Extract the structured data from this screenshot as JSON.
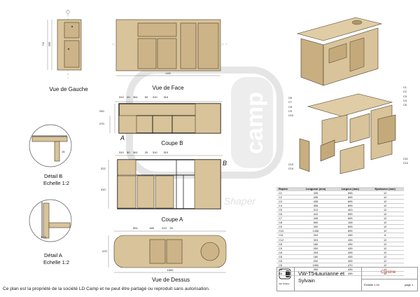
{
  "views": {
    "left": "Vue de Gauche",
    "front": "Vue de Face",
    "coupe_b": "Coupe B",
    "coupe_a": "Coupe A",
    "top": "Vue de Dessus",
    "detail_b_title": "Détail B",
    "detail_b_scale": "Echelle 1:2",
    "detail_a_title": "Détail A",
    "detail_a_scale": "Echelle 1:2",
    "section_a": "A",
    "section_b": "B"
  },
  "dimensions": {
    "left_height": "710",
    "left_inner": "655",
    "front_width": "1400",
    "coupe_b_parts": [
      "310",
      "20",
      "361",
      "50",
      "310",
      "310"
    ],
    "coupe_b_side": [
      "240",
      "270"
    ],
    "coupe_a_parts": [
      "310",
      "50",
      "361",
      "20",
      "310",
      "310"
    ],
    "coupe_a_side": [
      "222",
      "410"
    ],
    "top_parts": [
      "551",
      "460",
      "210",
      "25"
    ],
    "top_side": "470",
    "top_width": "1500",
    "detail_b": "15",
    "detail_a": "17.5"
  },
  "watermark": {
    "brand": "camp",
    "signature": "Shaper"
  },
  "parts_table": {
    "headers": [
      "Repère",
      "Longueur (mm)",
      "Largeur (mm)",
      "Epaisseur (mm)"
    ],
    "rows": [
      [
        "C1",
        "435",
        "695",
        "12"
      ],
      [
        "C2",
        "435",
        "695",
        "12"
      ],
      [
        "C3",
        "435",
        "695",
        "12"
      ],
      [
        "C4",
        "356",
        "695",
        "12"
      ],
      [
        "C5",
        "212",
        "403",
        "12"
      ],
      [
        "C6",
        "410",
        "695",
        "12"
      ],
      [
        "C7",
        "435",
        "695",
        "12"
      ],
      [
        "C8",
        "590",
        "108",
        "12"
      ],
      [
        "C9",
        "200",
        "695",
        "12"
      ],
      [
        "C10",
        "1436",
        "695",
        "12"
      ],
      [
        "C11",
        "204",
        "435",
        "6"
      ],
      [
        "C12",
        "324",
        "435",
        "12"
      ],
      [
        "C8",
        "180",
        "435",
        "12"
      ],
      [
        "C9",
        "200",
        "435",
        "12"
      ],
      [
        "C8",
        "204",
        "435",
        "12"
      ],
      [
        "C8",
        "180",
        "435",
        "12"
      ],
      [
        "C8",
        "200",
        "435",
        "12"
      ],
      [
        "C6",
        "1500",
        "470",
        "12"
      ],
      [
        "C8",
        "250",
        "435",
        "12"
      ],
      [
        "C8",
        "250",
        "435",
        "12"
      ]
    ]
  },
  "exploded_labels": [
    "C1",
    "C2",
    "C3",
    "C4",
    "C5",
    "C6",
    "C7",
    "C8",
    "C9",
    "C10",
    "C11",
    "C12",
    "C13",
    "C14"
  ],
  "title_block": {
    "logo_text": "LD camp",
    "logo_sub": "Van Shaper",
    "project": "VW-T5 Laurianne et Sylvain",
    "subject": "Cuisine",
    "scale": "Echelle 1:10",
    "page": "page 1"
  },
  "footer": "Ce plan est la propriété de la société LD Camp et ne peut être partagé ou reproduit sans autorisation.",
  "colors": {
    "wood": "#d8c39a",
    "accent": "#c0392b"
  }
}
